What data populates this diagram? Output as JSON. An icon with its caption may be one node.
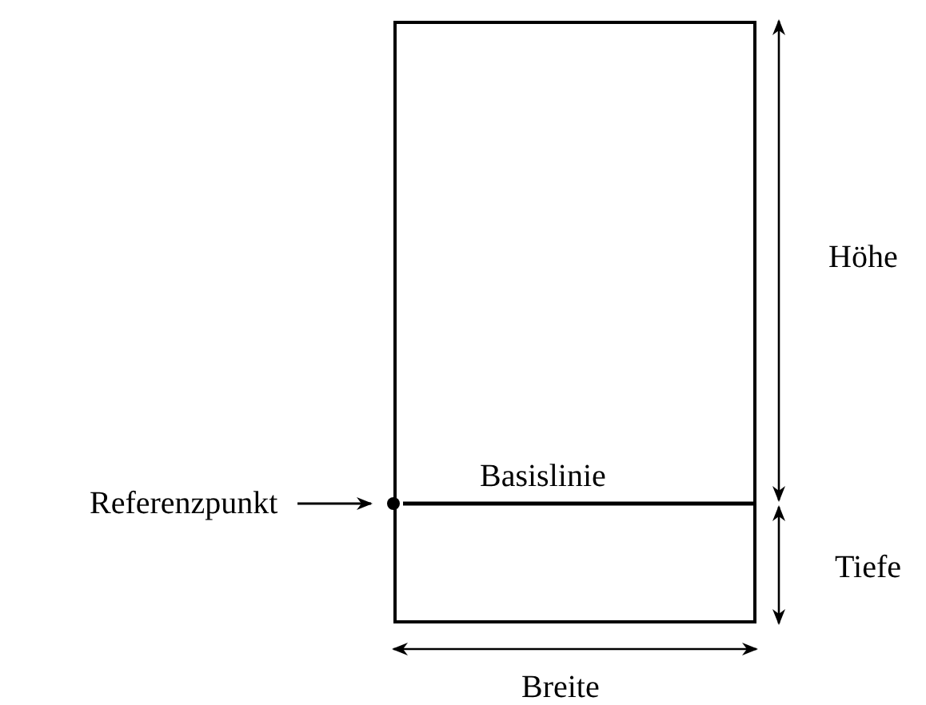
{
  "diagram": {
    "nodes": [
      {
        "text": [],
        "shape": "box"
      },
      {
        "text": [
          "Referenzpunkt"
        ]
      },
      {
        "text": [],
        "shape": "circle"
      }
    ],
    "edges": [
      {
        "from": 1,
        "to": 2,
        "arrow": "to"
      }
    ],
    "labels": [
      "Höhe",
      "Basislinie",
      "Tiefe",
      "Breite"
    ]
  }
}
